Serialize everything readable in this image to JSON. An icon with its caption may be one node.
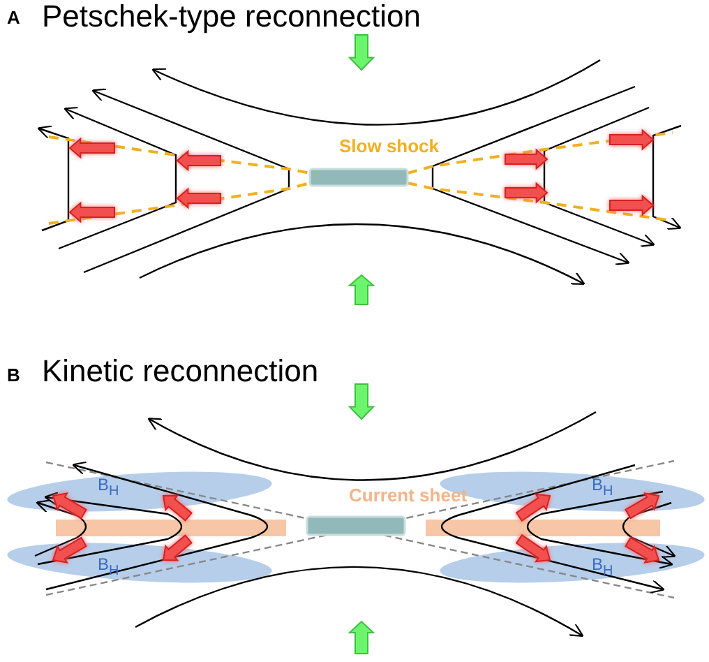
{
  "diagram": {
    "labels": [
      "A",
      "Petschek-type reconnection",
      "Slow shock",
      "B",
      "Kinetic reconnection",
      "Current sheet",
      "B$_{H}$",
      "B$_{H}$",
      "B$_{H}$",
      "B$_{H}$"
    ]
  }
}
